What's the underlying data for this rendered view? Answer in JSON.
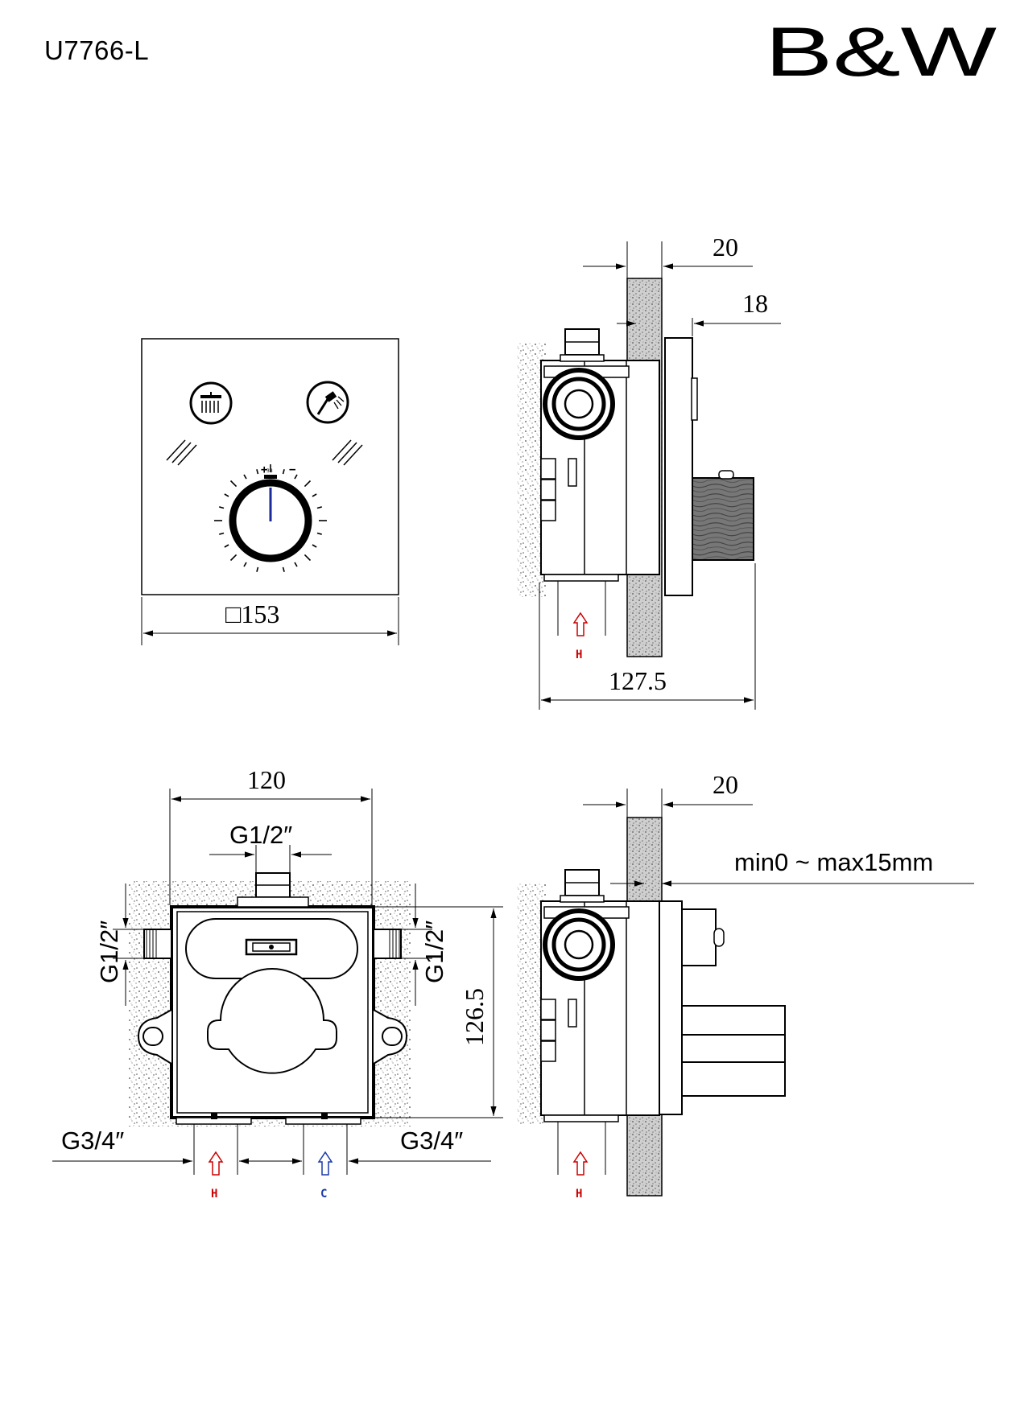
{
  "header": {
    "model_code": "U7766-L",
    "brand": "B&W"
  },
  "colors": {
    "hot": "#cc0000",
    "cold": "#1a3aaa",
    "line": "#000000"
  },
  "front_view": {
    "size_label": "□153",
    "icons": [
      "rain-shower-icon",
      "hand-shower-icon"
    ],
    "dial_scale_label": "38"
  },
  "side_view_top": {
    "dim_wall": "20",
    "dim_plate": "18",
    "dim_depth": "127.5",
    "inlet_label": "H"
  },
  "body_view": {
    "dim_width": "120",
    "dim_height": "126.5",
    "top_connection": "G1/2″",
    "left_connection": "G1/2″",
    "right_connection": "G1/2″",
    "bottom_left_connection": "G3/4″",
    "bottom_right_connection": "G3/4″",
    "hot_label": "H",
    "cold_label": "C"
  },
  "side_view_bottom": {
    "dim_wall": "20",
    "dim_range": "min0 ~ max15mm",
    "inlet_label": "H"
  }
}
